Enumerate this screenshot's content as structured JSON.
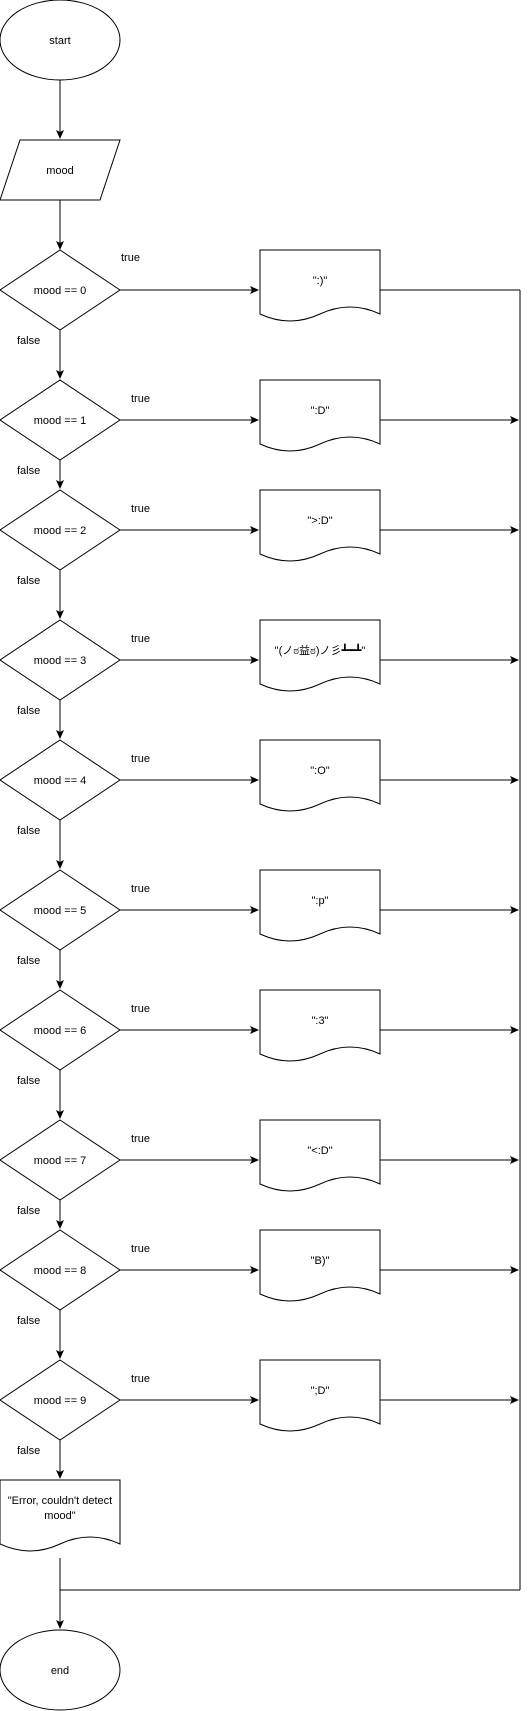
{
  "start": {
    "label": "start"
  },
  "input": {
    "label": "mood"
  },
  "branches": [
    {
      "condition": "mood == 0",
      "output": "\":)\""
    },
    {
      "condition": "mood == 1",
      "output": "\":D\""
    },
    {
      "condition": "mood == 2",
      "output": "\">:D\""
    },
    {
      "condition": "mood == 3",
      "output": "\"(ノಠ益ಠ)ノ彡┻━┻\""
    },
    {
      "condition": "mood == 4",
      "output": "\":O\""
    },
    {
      "condition": "mood == 5",
      "output": "\":p\""
    },
    {
      "condition": "mood == 6",
      "output": "\":3\""
    },
    {
      "condition": "mood == 7",
      "output": "\"<:D\""
    },
    {
      "condition": "mood == 8",
      "output": "\"B)\""
    },
    {
      "condition": "mood == 9",
      "output": "\";D\""
    }
  ],
  "true_label": "true",
  "false_label": "false",
  "error": {
    "line1": "\"Error, couldn't detect",
    "line2": "mood\""
  },
  "end": {
    "label": "end"
  },
  "colors": {
    "stroke": "#000000",
    "fill": "#ffffff",
    "text": "#000000"
  }
}
